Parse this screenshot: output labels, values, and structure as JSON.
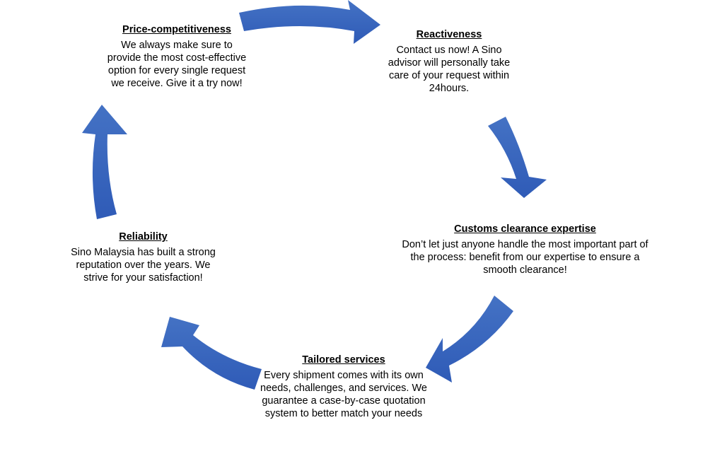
{
  "diagram": {
    "arrow_color": "#4472C4",
    "arrow_color_dark": "#2F5BB7",
    "nodes": [
      {
        "id": "price",
        "title": "Price-competitiveness",
        "body": "We always make sure to provide the most cost-effective option for every single request we receive. Give it a try now!"
      },
      {
        "id": "reactiveness",
        "title": "Reactiveness",
        "body": "Contact us now! A Sino advisor will personally take care of your request within 24hours."
      },
      {
        "id": "customs",
        "title": "Customs clearance expertise",
        "body": "Don’t let just anyone handle the most important part of the process: benefit from our expertise to ensure a smooth clearance!"
      },
      {
        "id": "tailored",
        "title": "Tailored services",
        "body": "Every shipment comes with its own needs, challenges, and services. We guarantee a case-by-case quotation system to better match your needs"
      },
      {
        "id": "reliability",
        "title": "Reliability",
        "body": "Sino Malaysia has built a strong reputation over the years. We strive for your satisfaction!"
      }
    ]
  }
}
